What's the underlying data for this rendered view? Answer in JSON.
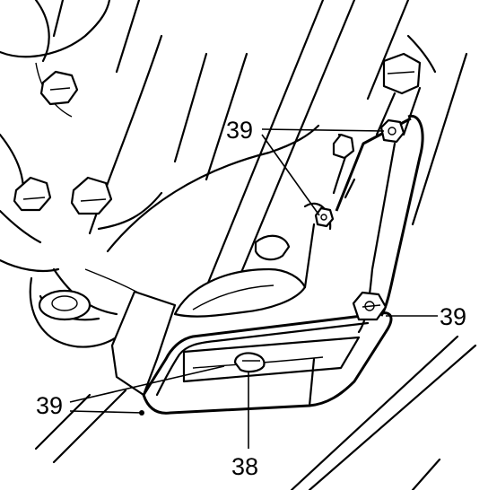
{
  "callouts": [
    {
      "id": "upper",
      "text": "39"
    },
    {
      "id": "right",
      "text": "39"
    },
    {
      "id": "lower-left",
      "text": "39"
    },
    {
      "id": "bottom",
      "text": "38"
    }
  ]
}
